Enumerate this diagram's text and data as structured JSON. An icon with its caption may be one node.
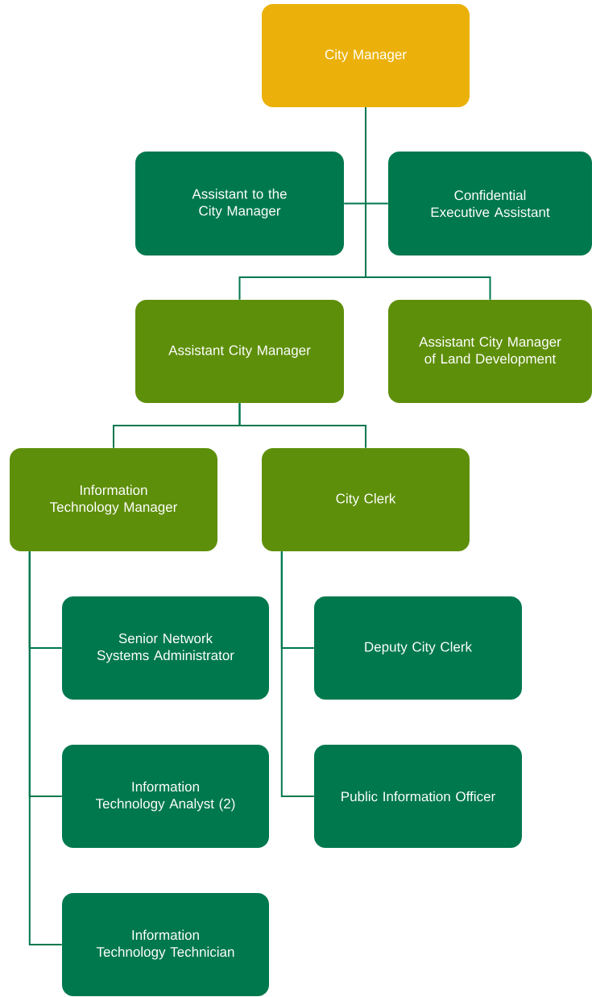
{
  "diagram": {
    "nodes": [
      {
        "text": [
          "City Manager"
        ]
      },
      {
        "text": [
          "Assistant to the City Manager"
        ]
      },
      {
        "text": [
          "Confidential Executive Assistant"
        ]
      },
      {
        "text": [
          "Assistant City Manager"
        ]
      },
      {
        "text": [
          "Assistant City Manager of Land Development"
        ]
      },
      {
        "text": [
          "Information Technology Manager"
        ]
      },
      {
        "text": [
          "City Clerk"
        ]
      },
      {
        "text": [
          "Senior Network Systems Administrator"
        ]
      },
      {
        "text": [
          "Information Technology Analyst (2)"
        ]
      },
      {
        "text": [
          "Information Technology Technician"
        ]
      },
      {
        "text": [
          "Deputy City Clerk"
        ]
      },
      {
        "text": [
          "Public Information Officer"
        ]
      }
    ],
    "edges": [
      {
        "from": 0,
        "to": 1,
        "arrow": "none"
      },
      {
        "from": 0,
        "to": 2,
        "arrow": "none"
      },
      {
        "from": 0,
        "to": 3,
        "arrow": "none"
      },
      {
        "from": 0,
        "to": 4,
        "arrow": "none"
      },
      {
        "from": 3,
        "to": 5,
        "arrow": "none"
      },
      {
        "from": 3,
        "to": 6,
        "arrow": "none"
      },
      {
        "from": 5,
        "to": 7,
        "arrow": "none"
      },
      {
        "from": 5,
        "to": 8,
        "arrow": "none"
      },
      {
        "from": 5,
        "to": 9,
        "arrow": "none"
      },
      {
        "from": 6,
        "to": 10,
        "arrow": "none"
      },
      {
        "from": 6,
        "to": 11,
        "arrow": "none"
      }
    ]
  }
}
